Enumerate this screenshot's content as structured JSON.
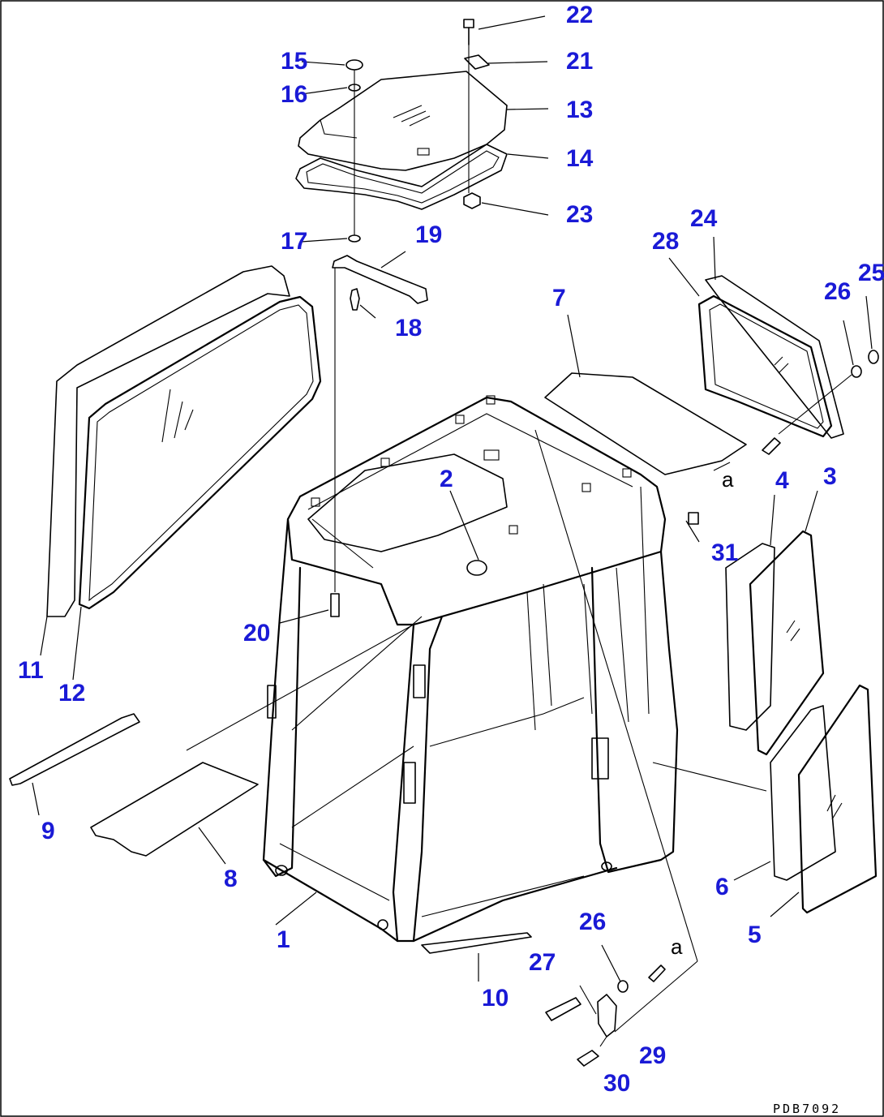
{
  "diagram": {
    "drawing_code": "PDB7092",
    "reference_letter": "a",
    "callouts": [
      {
        "id": "1",
        "label": "1"
      },
      {
        "id": "2",
        "label": "2"
      },
      {
        "id": "3",
        "label": "3"
      },
      {
        "id": "4",
        "label": "4"
      },
      {
        "id": "5",
        "label": "5"
      },
      {
        "id": "6",
        "label": "6"
      },
      {
        "id": "7",
        "label": "7"
      },
      {
        "id": "8",
        "label": "8"
      },
      {
        "id": "9",
        "label": "9"
      },
      {
        "id": "10",
        "label": "10"
      },
      {
        "id": "11",
        "label": "11"
      },
      {
        "id": "12",
        "label": "12"
      },
      {
        "id": "13",
        "label": "13"
      },
      {
        "id": "14",
        "label": "14"
      },
      {
        "id": "15",
        "label": "15"
      },
      {
        "id": "16",
        "label": "16"
      },
      {
        "id": "17",
        "label": "17"
      },
      {
        "id": "18",
        "label": "18"
      },
      {
        "id": "19",
        "label": "19"
      },
      {
        "id": "20",
        "label": "20"
      },
      {
        "id": "21",
        "label": "21"
      },
      {
        "id": "22",
        "label": "22"
      },
      {
        "id": "23",
        "label": "23"
      },
      {
        "id": "24",
        "label": "24"
      },
      {
        "id": "25",
        "label": "25"
      },
      {
        "id": "26",
        "label": "26"
      },
      {
        "id": "26b",
        "label": "26"
      },
      {
        "id": "27",
        "label": "27"
      },
      {
        "id": "28",
        "label": "28"
      },
      {
        "id": "29",
        "label": "29"
      },
      {
        "id": "30",
        "label": "30"
      },
      {
        "id": "31",
        "label": "31"
      }
    ]
  }
}
